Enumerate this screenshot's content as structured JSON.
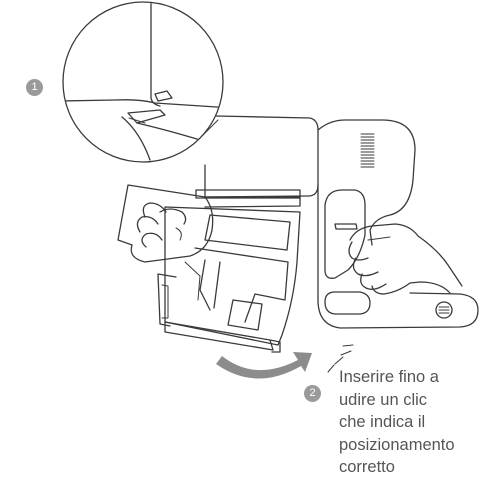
{
  "steps": {
    "step1": "1",
    "step2": "2"
  },
  "instruction": {
    "line1": "Inserire fino a",
    "line2": "udire un clic",
    "line3": "che indica il",
    "line4": "posizionamento",
    "line5": "corretto"
  },
  "colors": {
    "line": "#3a3a3a",
    "badge": "#9a9a9a",
    "arrow": "#8c8c8c",
    "text": "#555555"
  }
}
